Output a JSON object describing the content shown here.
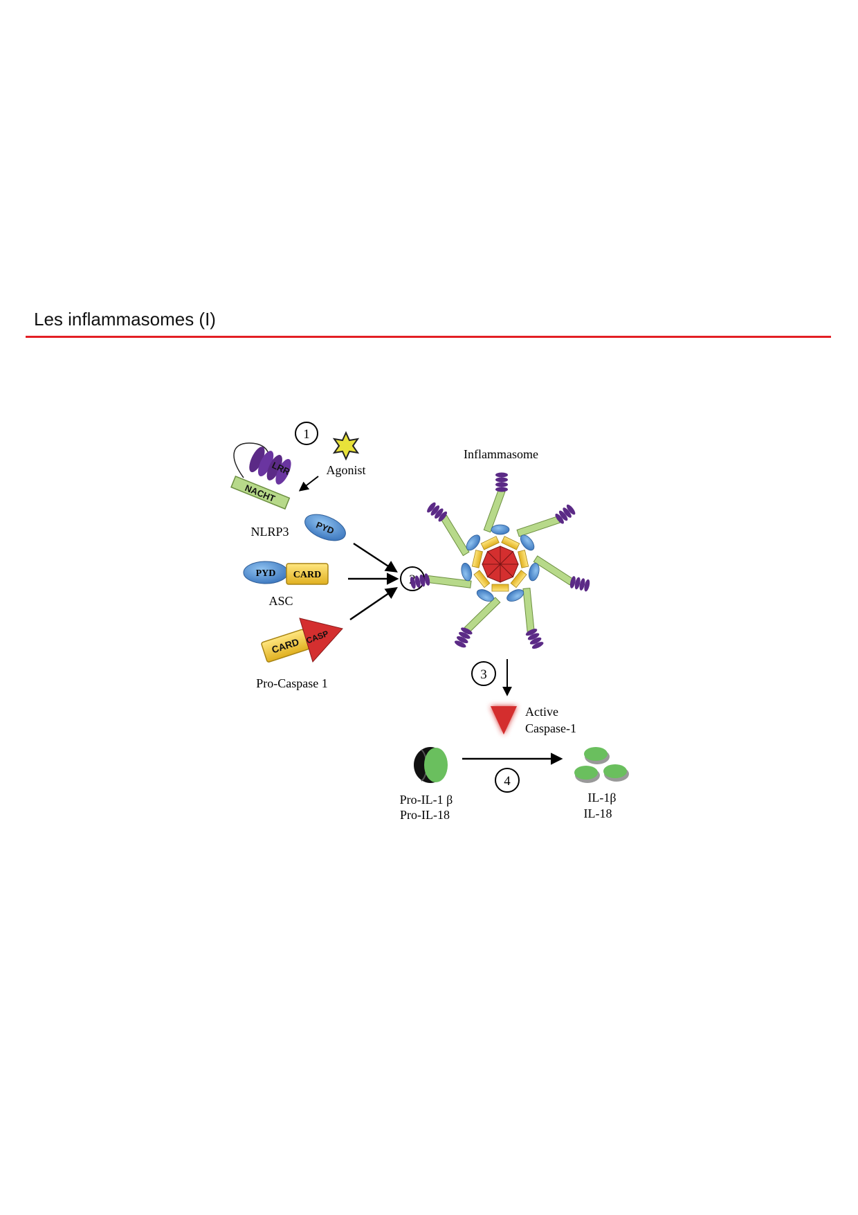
{
  "slide": {
    "title": "Les inflammasomes (I)",
    "accent_color": "#e31e24"
  },
  "diagram": {
    "steps": [
      "1",
      "2",
      "3",
      "4"
    ],
    "labels": {
      "agonist": "Agonist",
      "nlrp3": "NLRP3",
      "asc": "ASC",
      "pro_caspase": "Pro-Caspase 1",
      "inflammasome": "Inflammasome",
      "active_1": "Active",
      "active_2": "Caspase-1",
      "pro_il1b": "Pro-IL-1 β",
      "pro_il18": "Pro-IL-18",
      "il1b": "IL-1β",
      "il18": "IL-18"
    },
    "domains": {
      "lrr": "LRR",
      "nacht": "NACHT",
      "pyd_nlrp3": "PYD",
      "pyd_asc": "PYD",
      "card_asc": "CARD",
      "card_casp": "CARD",
      "casp": "CASP"
    },
    "colors": {
      "lrr": "#5b2a86",
      "nacht": "#b7d98a",
      "pyd": "#4a88cc",
      "card": "#f1c232",
      "casp": "#d42f2f",
      "il": "#6abf5e",
      "agonist": "#e8e23a"
    }
  }
}
